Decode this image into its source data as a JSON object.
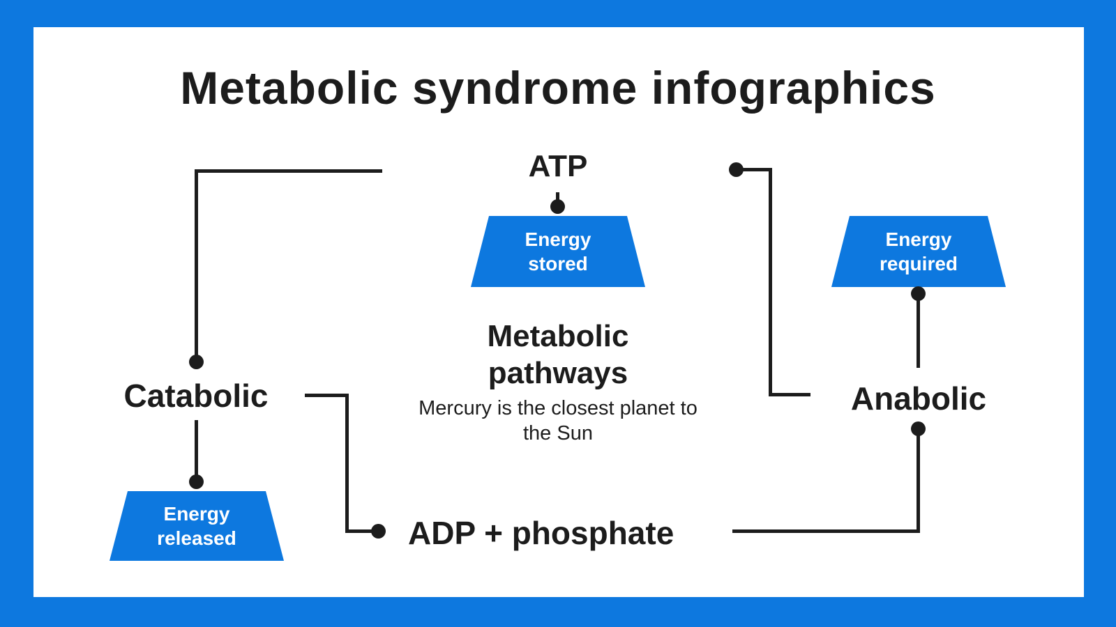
{
  "colors": {
    "frame_blue": "#0d78df",
    "canvas_white": "#ffffff",
    "ink_black": "#1c1c1c",
    "trapezoid_blue": "#0d78df",
    "trapezoid_text": "#ffffff"
  },
  "infographic": {
    "title": "Metabolic syndrome infographics",
    "nodes": {
      "atp_label": "ATP",
      "adp_label": "ADP + phosphate",
      "catabolic_label": "Catabolic",
      "anabolic_label": "Anabolic",
      "energy_stored_label": "Energy stored",
      "energy_released_label": "Energy released",
      "energy_required_label": "Energy required"
    },
    "center": {
      "heading": "Metabolic pathways",
      "description": "Mercury is the closest planet to the Sun"
    }
  }
}
